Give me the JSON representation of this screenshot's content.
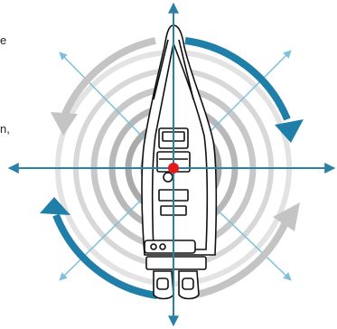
{
  "fragments": {
    "top": "e",
    "middle": "n,"
  },
  "colors": {
    "axis": "#2a80a6",
    "diagonal": "#7cc1da",
    "ring_dark": "#b5b5b5",
    "ring_light": "#dedede",
    "arrow_teal": "#1f7fa8",
    "arrow_gray": "#c4c4c4",
    "pivot": "#e01b1b",
    "hull": "#111111"
  },
  "icons": {
    "pivot": "pivot-point-marker",
    "boat": "boat-top-view-icon"
  }
}
